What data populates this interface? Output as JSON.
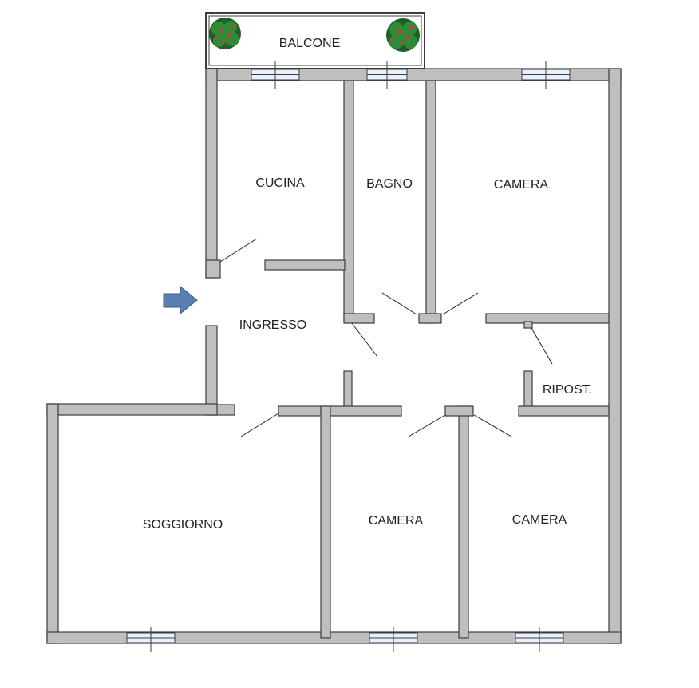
{
  "rooms": {
    "balcony": "BALCONE",
    "kitchen": "CUCINA",
    "bathroom": "BAGNO",
    "bedroom_top": "CAMERA",
    "entrance": "INGRESSO",
    "storage": "RIPOST.",
    "living_room": "SOGGIORNO",
    "bedroom_bottom_middle": "CAMERA",
    "bedroom_bottom_right": "CAMERA"
  },
  "colors": {
    "wall_fill": "#bfbfbf",
    "wall_stroke": "#3d3d3d",
    "entrance_arrow": "#5b7fb0",
    "plant_green": "#2f8a3a",
    "plant_berry": "#d23b3b"
  },
  "icons": {
    "entrance": "arrow-right-icon",
    "plants": "plant-icon"
  }
}
